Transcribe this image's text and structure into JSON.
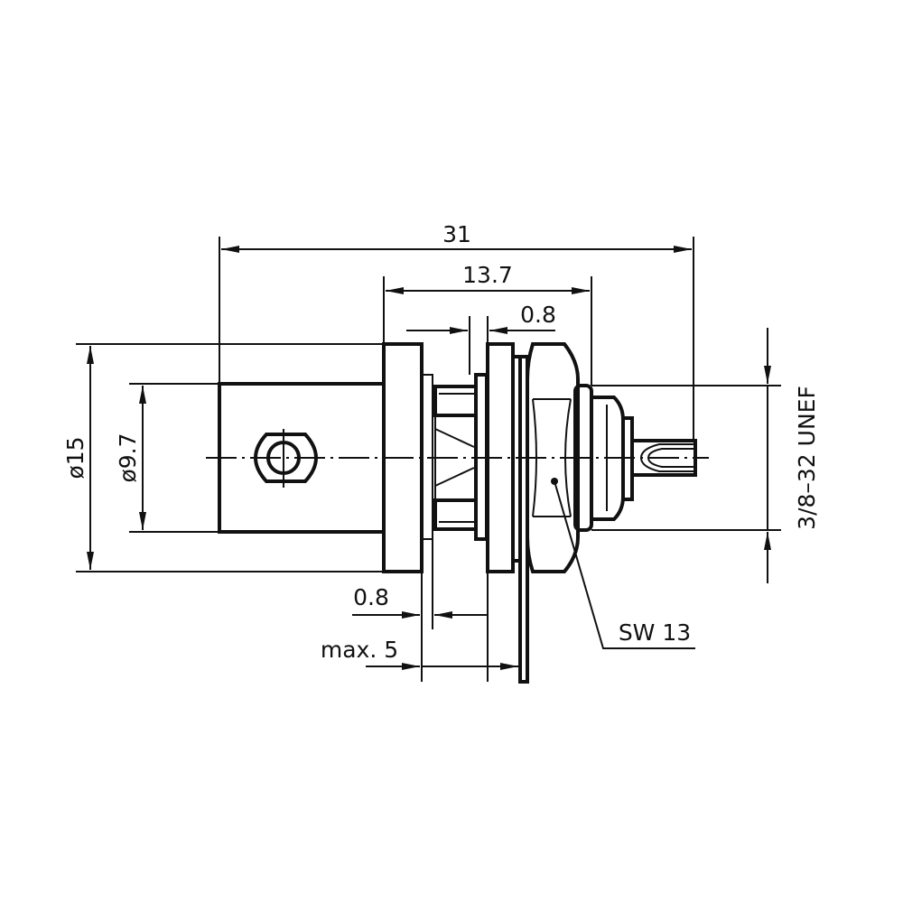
{
  "drawing": {
    "title": "BNC bulkhead jack dimensional drawing",
    "stroke_color": "#111111",
    "background": "#ffffff"
  },
  "dimensions": {
    "overall_length": "31",
    "body_length": "13.7",
    "washer_thickness_top": "0.8",
    "flange_diameter": "ø15",
    "body_diameter": "ø9.7",
    "thread": "3/8–32 UNEF",
    "washer_thickness_bottom": "0.8",
    "panel_thickness": "max. 5",
    "wrench_size": "SW 13"
  }
}
